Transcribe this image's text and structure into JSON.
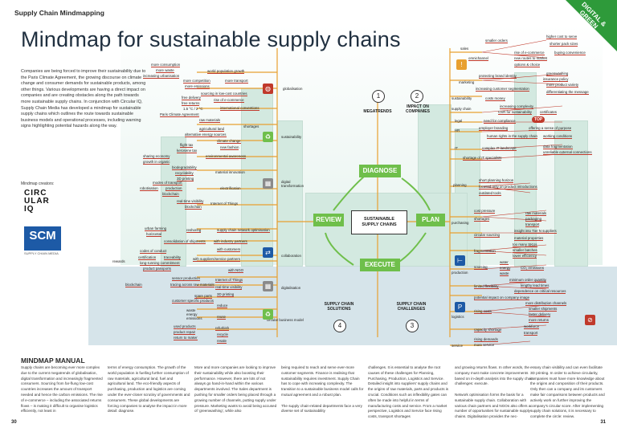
{
  "header": {
    "section": "Supply Chain Mindmapping",
    "corner": "DIGITAL & GREEN"
  },
  "title": "Mindmap for sustainable supply  chains",
  "intro": "Companies are being forced to improve their sustainability due to the Paris Climate Agreement, the growing discourse on climate change and consumer demands for sustainable products, among other things. Various developments are having a direct impact on companies and are creating obstacles along the path towards more sustainable supply chains. In conjunction with Circular IQ, Supply Chain Media has developed a mindmap for sustainable supply chains which outlines the route towards sustainable business models and operational processes, including warning signs highlighting potential hazards along the way.",
  "creators": {
    "label": "Mindmap creators:",
    "circ": "CIRC\nULAR\nIQ",
    "scm": "SCM",
    "scm_sub": "SUPPLY CHAIN MEDIA"
  },
  "hub": "SUSTAINABLE\nSUPPLY CHAINS",
  "arrows": {
    "diagnose": "DIAGNOSE",
    "plan": "PLAN",
    "execute": "EXECUTE",
    "review": "REVIEW"
  },
  "sections": {
    "s1": {
      "num": "1",
      "title": "MEGATRENDS"
    },
    "s2": {
      "num": "2",
      "title": "IMPACT ON\nCOMPANIES"
    },
    "s3": {
      "num": "3",
      "title": "SUPPLY CHAIN\nCHALLENGES"
    },
    "s4": {
      "num": "4",
      "title": "SUPPLY CHAIN\nSOLUTIONS"
    }
  },
  "megatrends": {
    "more_consumption": "more consumption",
    "more_waste": "more waste",
    "increasing_urbanisation": "increasing urbanisation",
    "world_population_growth": "world population growth",
    "more_competition": "more competition",
    "more_transport": "more transport",
    "more_emissions": "more emissions",
    "sourcing_low_cost": "sourcing in low-cost countries",
    "globalisation": "globalisation",
    "free_delivery": "free delivery",
    "free_returns": "free returns",
    "rise_ecommerce": "rise of e-commerce",
    "temp": "1.5 °C / 2 °C",
    "paris": "Paris Climate Agreement",
    "international_conventions": "international conventions",
    "raw_materials": "raw materials",
    "shortages": "shortages",
    "agricultural_land": "agricultural land",
    "alt_energy": "alternative energy sources",
    "sustainability": "sustainability",
    "climate_change": "climate change",
    "new_fashion": "new fashion",
    "flight_tax": "flight tax",
    "kerosene_tax": "kerosene tax",
    "env_awareness": "environmental awareness",
    "sharing_economy": "sharing economy",
    "growth_in_organic": "growth in organic",
    "biodegradability": "biodegradability",
    "recyclability": "recyclability",
    "3d_printing": "3D printing",
    "material_innovation": "material innovation",
    "modes_of_transport": "modes of transport",
    "robotisation": "robotisation",
    "production": "production",
    "electrification": "electrification",
    "blockchain_top": "blockchain",
    "digital_transformation": "digital\ntransformation",
    "real_time_visibility": "real-time visibility",
    "iot": "Internet of Things",
    "blockchain": "blockchain"
  },
  "impact": {
    "smaller_orders": "smaller orders",
    "higher_cost_to_serve": "higher cost to serve",
    "shorter_pack_sizes": "shorter pack sizes",
    "sales": "sales",
    "rise_ecommerce": "rise of e-commerce",
    "buying_convenience": "buying convenience",
    "new_routes": "new routes to market",
    "omnichannel": "omnichannel",
    "options_choice": "options & choice",
    "marketing": "marketing",
    "protecting_brand": "protecting brand identity",
    "greenwashing": "greenwashing",
    "insurance_policy": "insurance policy",
    "more_product_variety": "more product variety",
    "customer_segmentation": "increasing customer segmentation",
    "differentiating": "differentiating the message",
    "sustainability": "sustainability",
    "costs_money": "costs money",
    "supply_chain": "supply chain",
    "increasing_complexity": "increasing complexity",
    "csr": "CSR for sustainability",
    "certificates": "certificates",
    "legal": "legal",
    "need_compliance": "need for compliance",
    "top": "TOP",
    "hr": "HR",
    "employer_branding": "employer branding",
    "sense_purpose": "offering a sense of purpose",
    "human_rights": "human rights in the supply chain",
    "working_conditions": "working conditions",
    "it": "IT",
    "complex_landscape": "complex IT landscape",
    "data_fragmentation": "data fragmentation",
    "shortage_it": "shortage of IT specialists",
    "unreliable_data": "unreliable external connections"
  },
  "challenges": {
    "planning": "planning",
    "short_planning": "short planning horizon",
    "focused_launches": "focused only on product introductions",
    "outdated_tools": "outdated tools",
    "purchasing": "purchasing",
    "cost_pressure": "cost pressure",
    "shortages": "shortages",
    "raw_materials": "raw materials",
    "packaging": "packaging",
    "transport": "transport",
    "insight_tier": "insight into Tier N suppliers",
    "circular_sourcing": "circular sourcing",
    "material_properties": "material properties",
    "fragmentation": "fragmentation",
    "too_many_skus": "too many SKUs",
    "smaller_batches": "smaller batches",
    "lower_efficiency": "lower efficiency",
    "production": "production",
    "sourcing": "sourcing",
    "water": "water",
    "energy": "energy",
    "co2": "CO₂ emissions",
    "waste": "waste",
    "min_order": "minimum order quantity",
    "limited_flexibility": "limited flexibility",
    "lengthy_lead": "lengthy lead times",
    "dependence": "dependence on critical resources",
    "potential_impact": "potential impact on company image",
    "logistics": "logistics",
    "rising_costs": "rising costs",
    "more_distribution": "more distribution channels",
    "smaller_shipments": "smaller shipments",
    "faster_delivery": "faster delivery",
    "more_returns": "more returns",
    "capacity_shortage": "capacity shortage",
    "workforce": "workforce",
    "service": "service",
    "rising_demands": "rising demands",
    "more_service": "more service",
    "delivery_reliability": "delivery reliability"
  },
  "solutions": {
    "urban_farming": "urban farming",
    "horizontal": "horizontal",
    "reshoring": "reshoring",
    "supply_chain_network": "supply chain network optimisation",
    "consolidation": "consolidation of shipments",
    "with_industry": "with industry partners",
    "with_customers": "with customers",
    "collaboration": "collaboration",
    "codes_conduct": "codes of conduct",
    "certification": "certification",
    "traceability": "traceability",
    "long_running": "long-running commitment",
    "with_suppliers": "with suppliers/service partners",
    "product_passports": "product passports",
    "rewards": "rewards",
    "with_ngo": "with NGO",
    "sensor_production": "sensor production",
    "iot": "Internet of Things",
    "blockchain": "blockchain",
    "tracing": "tracing across raw materials",
    "real_time": "real-time visibility",
    "3d_printing": "3D printing",
    "digitalisation": "digitalisation",
    "customer_specific": "customer specific products",
    "spare_parts": "spare parts",
    "reduce": "reduce",
    "waste_energy": "waste\nenergy\nemissions",
    "reuse": "reuse",
    "used_products": "used products",
    "product_repair": "product repair",
    "return_to_maker": "return to maker",
    "recycle": "recycle",
    "refurbish": "refurbish",
    "resale": "resale",
    "circular_business": "circular business model"
  },
  "mm_title": "MINDMAP MANUAL",
  "manual": [
    "Supply chains are becoming ever more complex due to the current megatrends of globalisation, digital transformation and increasingly fragmented consumers. Sourcing from far-flung low-cost countries increases the amount of transport needed and hence the carbon emissions. The rise of e-commerce – including the associated returns flows – is making it difficult to organise logistics efficiently, not least in",
    "terms of energy consumption. The growth of the world population is fuelling further consumption of raw materials, agricultural land, fuel and agricultural land. The eco-friendly aspects of purchasing, production and logistics are coming under the ever-closer scrutiny of governments and consumers. These global developments are forcing companies to analyse the impact in more detail: diagnose.",
    "More and more companies are looking to improve their sustainability while also boosting their performance. However, there are lots of not always go hand-in-hand within the various departments involved. The Sales department is pushing for smaller orders being placed through a growing number of channels, putting supply under pressure. Marketing wants to avoid being accused of ‘greenwashing’, while also",
    "being required to reach and serve ever-more customer segments. Finance is realising that sustainability requires investment. Supply Chain has to cope with increasing complexity. The transition to a sustainable business model calls for mutual agreement and a robust plan.\n\nThe supply chain-related departments face a very diverse set of sustainability",
    "challenges. It is essential to analyse the root causes of these challenges for Planning, Purchasing, Production, Logistics and Service. Detailed insight into suppliers’ supply chains and the origins of raw materials, parts and products is crucial. Conditions such as inflexibility gates can often be made into helpful in terms of manufacturing costs and service. From a market perspective, Logistics and Service face rising costs, transport shortages",
    "and growing returns flows. In other words, the company must make concrete improvements based on in-depth analysis into the supply chain challenges: execute.\n\nNetwork optimisation forms the basis for a sustainable supply chain. Collaboration with various chain partners and NGOs also offers a number of opportunities for sustainable supply chains. Digitalisation provides the nec-",
    "essary chain visibility and can even facilitate 3D printing. In order to achieve circularity, companies must have more knowledge about the origins and composition of their products. Only then can a company and its customers make fair comparisons between products and actively work on further improving the company’s circular score. After implementing supply chain solutions, it is necessary to complete the circle: review."
  ],
  "pages": {
    "left": "30",
    "right": "31"
  },
  "colors": {
    "accent": "#6fbf4b",
    "warning": "#c0392b",
    "tag_red": "#c0392b",
    "scm_blue": "#1d5aa6",
    "line": "#e8a030"
  }
}
